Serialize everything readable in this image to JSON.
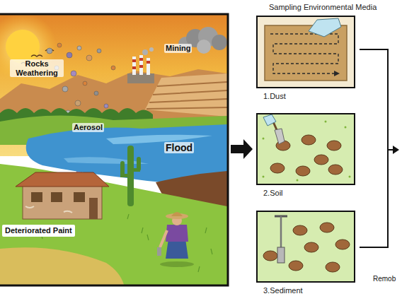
{
  "diagram": {
    "title": "Sampling Environmental Media",
    "nodes": [
      {
        "text": [
          "1.Dust"
        ]
      },
      {
        "text": [
          "2.Soil"
        ]
      },
      {
        "text": [
          "3.Sediment"
        ]
      }
    ],
    "labels": [
      "Mining",
      "Rocks Weathering",
      "Aerosol",
      "Flood",
      "Deteriorated Paint",
      "Remob"
    ]
  }
}
